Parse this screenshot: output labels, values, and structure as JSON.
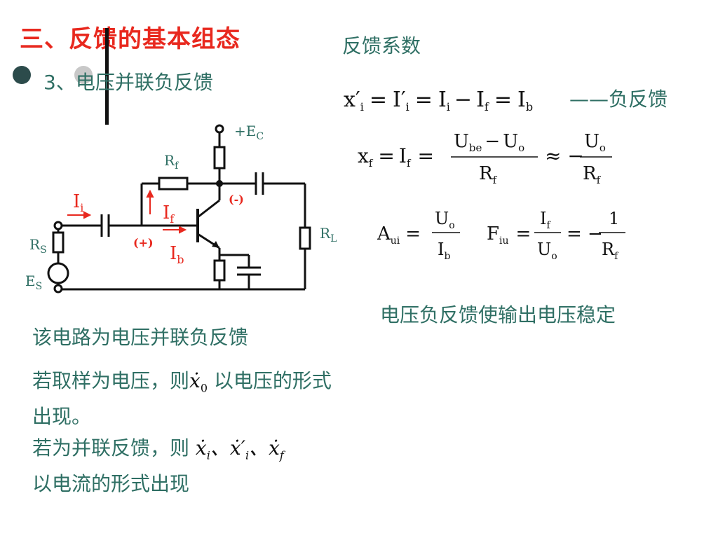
{
  "title": "三、反馈的基本组态",
  "subtitle": "3、电压并联负反馈",
  "feedback_heading": "反馈系数",
  "negative_feedback": "——负反馈",
  "conclusion": "电压负反馈使输出电压稳定",
  "paragraphs": {
    "p1": "该电路为电压并联负反馈",
    "p2_a": "若取样为电压，则",
    "p2_b": " 以电压的形式出现。",
    "p3_a": "若为并联反馈，则 ",
    "p3_b": " 以电流的形式出现"
  },
  "circuit": {
    "ec": "+E",
    "ec_sub": "C",
    "rf": "R",
    "rf_sub": "f",
    "rl": "R",
    "rl_sub": "L",
    "rs": "R",
    "rs_sub": "S",
    "es": "E",
    "es_sub": "S",
    "ii": "I",
    "ii_sub": "i",
    "if": "I",
    "if_sub": "f",
    "ib": "I",
    "ib_sub": "b",
    "minus_mark": "(-)",
    "plus_mark": "(+)"
  },
  "colors": {
    "title": "#e8281e",
    "text": "#2f6f64",
    "circuit_red": "#e8281e",
    "circuit": "#111111"
  }
}
